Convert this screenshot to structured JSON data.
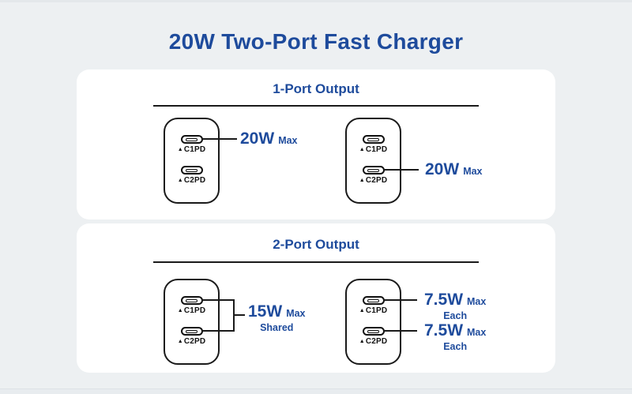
{
  "page": {
    "title": "20W Two-Port Fast Charger",
    "colors": {
      "background": "#edf0f2",
      "card": "#ffffff",
      "accent_blue": "#1e4b9c",
      "line_black": "#1a1a1a"
    }
  },
  "ports": {
    "p1_marker": "▲",
    "p1_label": "C1PD",
    "p2_marker": "▲",
    "p2_label": "C2PD"
  },
  "sections": {
    "one": {
      "header": "1-Port Output"
    },
    "two": {
      "header": "2-Port Output"
    }
  },
  "annotations": {
    "s1_left": {
      "power": "20W",
      "qualifier": "Max"
    },
    "s1_right": {
      "power": "20W",
      "qualifier": "Max"
    },
    "s2_left": {
      "power": "15W",
      "qualifier": "Max",
      "note": "Shared"
    },
    "s2_right_top": {
      "power": "7.5W",
      "qualifier": "Max",
      "note": "Each"
    },
    "s2_right_bottom": {
      "power": "7.5W",
      "qualifier": "Max",
      "note": "Each"
    }
  }
}
